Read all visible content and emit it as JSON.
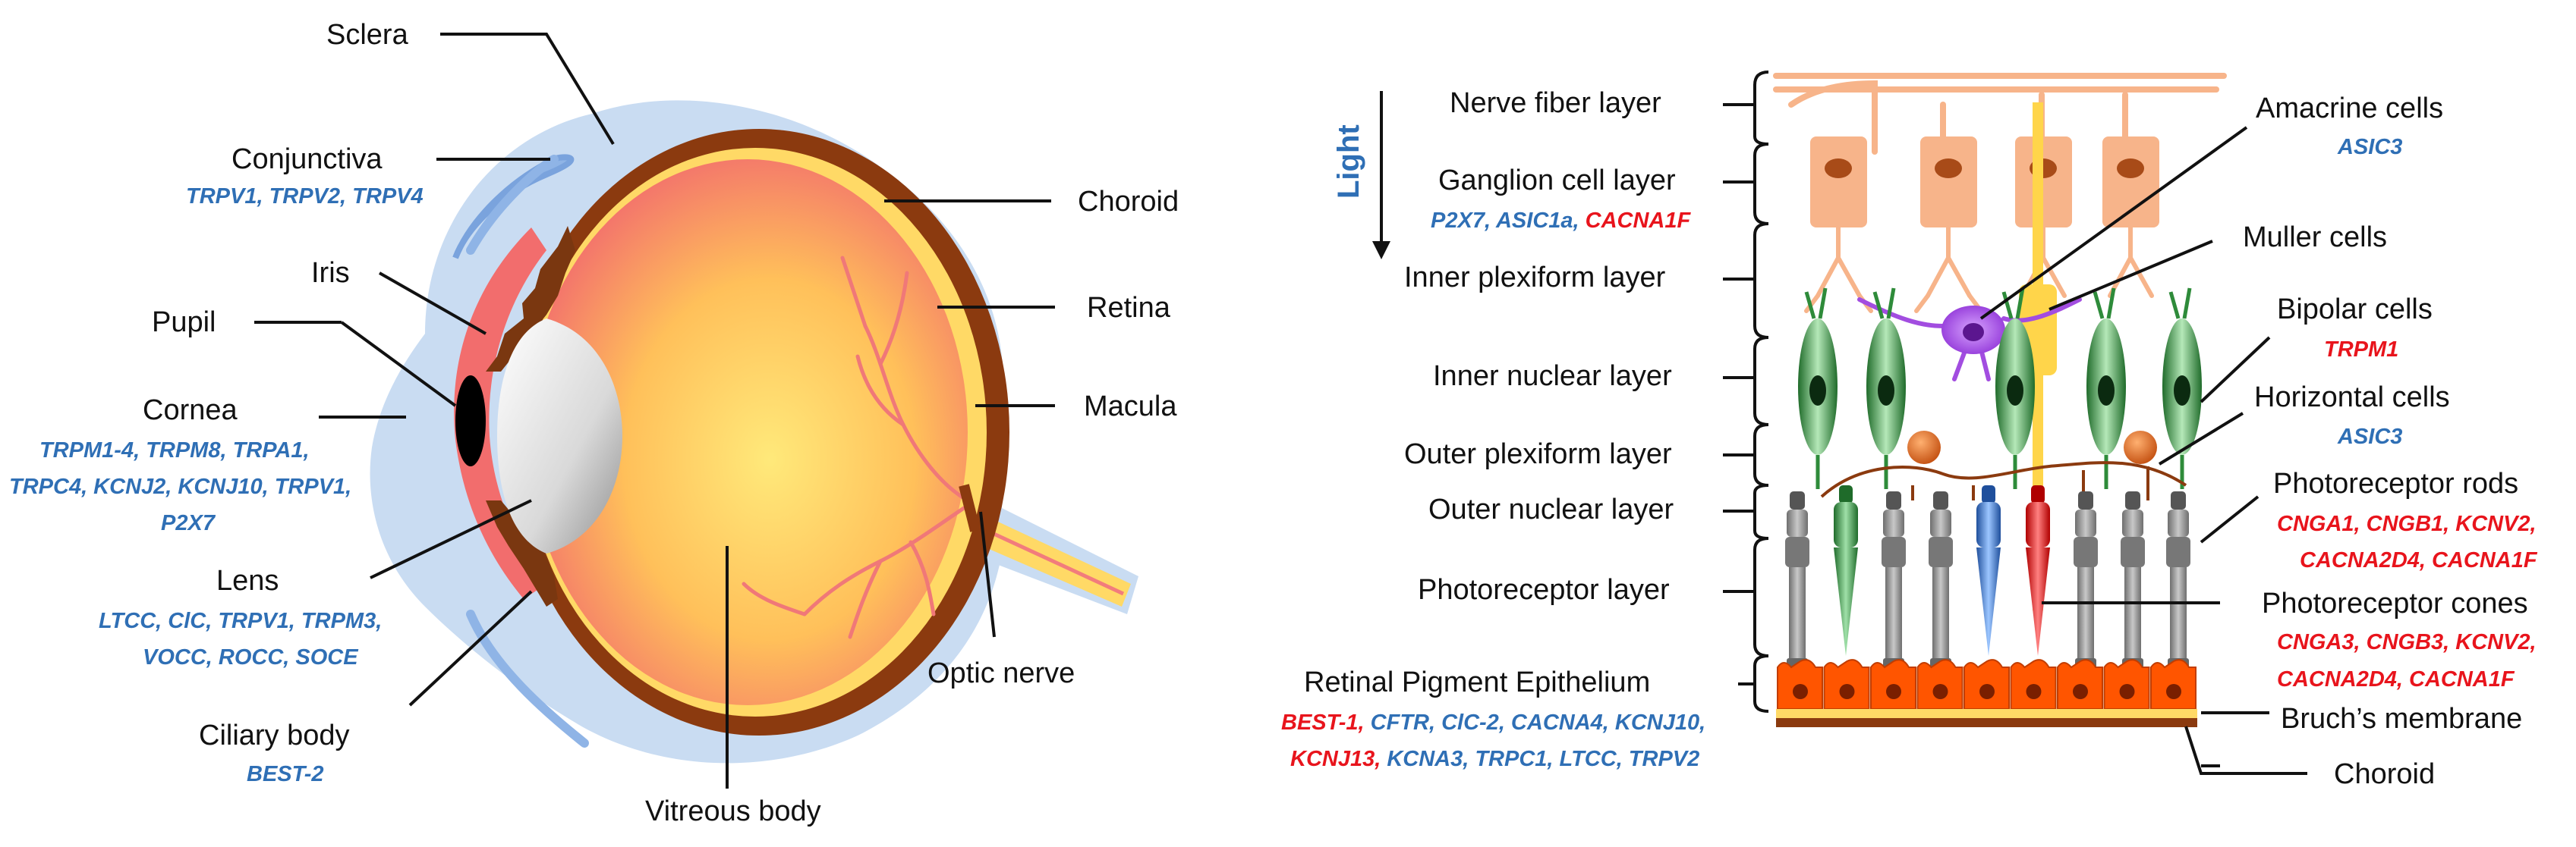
{
  "colors": {
    "label_text": "#111111",
    "gene_blue": "#2f6fb5",
    "gene_red": "#e8141c",
    "choroid_brown": "#8b3a0f",
    "retina_yellow": "#ffd966",
    "sclera_blue": "#c9dcf2",
    "vitreous_center": "#ffe97a",
    "vitreous_edge": "#f26d6d",
    "rpe_orange": "#ff5500",
    "rod_gray": "#8c8c8c",
    "bipolar_green": "#2e8b3a",
    "amacrine_purple": "#a24de0",
    "ganglion_peach": "#f7b48a",
    "muller_yellow": "#ffd54a",
    "horizontal_orange": "#d9661a"
  },
  "eye": {
    "labels": {
      "sclera": "Sclera",
      "conjunctiva": "Conjunctiva",
      "iris": "Iris",
      "pupil": "Pupil",
      "cornea": "Cornea",
      "lens": "Lens",
      "ciliary_body": "Ciliary body",
      "choroid": "Choroid",
      "retina": "Retina",
      "macula": "Macula",
      "optic_nerve": "Optic nerve",
      "vitreous_body": "Vitreous body"
    },
    "genes": {
      "conjunctiva": "TRPV1, TRPV2, TRPV4",
      "cornea_line1": "TRPM1-4, TRPM8, TRPA1,",
      "cornea_line2": "TRPC4, KCNJ2, KCNJ10, TRPV1,",
      "cornea_line3": "P2X7",
      "lens_line1": "LTCC, ClC, TRPV1, TRPM3,",
      "lens_line2": "VOCC, ROCC, SOCE",
      "ciliary_body": "BEST-2"
    }
  },
  "retina": {
    "light_label": "Light",
    "layers": {
      "nerve_fiber": "Nerve fiber layer",
      "ganglion_cell": "Ganglion cell layer",
      "inner_plexiform": "Inner plexiform layer",
      "inner_nuclear": "Inner nuclear layer",
      "outer_plexiform": "Outer plexiform layer",
      "outer_nuclear": "Outer nuclear layer",
      "photoreceptor": "Photoreceptor layer",
      "rpe": "Retinal Pigment Epithelium"
    },
    "layer_genes": {
      "ganglion_blue": "P2X7, ASIC1a, ",
      "ganglion_red": "CACNA1F",
      "rpe_l1_red": "BEST-1, ",
      "rpe_l1_blue": "CFTR, ClC-2, CACNA4, KCNJ10,",
      "rpe_l2_red": "KCNJ13, ",
      "rpe_l2_blue": "KCNA3, TRPC1, LTCC, TRPV2"
    },
    "cells": {
      "amacrine": "Amacrine cells",
      "muller": "Muller cells",
      "bipolar": "Bipolar cells",
      "horizontal": "Horizontal cells",
      "rods": "Photoreceptor rods",
      "cones": "Photoreceptor cones",
      "bruch": "Bruch’s membrane",
      "choroid": "Choroid"
    },
    "cell_genes": {
      "amacrine": "ASIC3",
      "bipolar": "TRPM1",
      "horizontal": "ASIC3",
      "rods_line1": "CNGA1, CNGB1, KCNV2,",
      "rods_line2": "CACNA2D4, CACNA1F",
      "cones_line1": "CNGA3, CNGB3, KCNV2,",
      "cones_line2": "CACNA2D4, CACNA1F"
    }
  }
}
